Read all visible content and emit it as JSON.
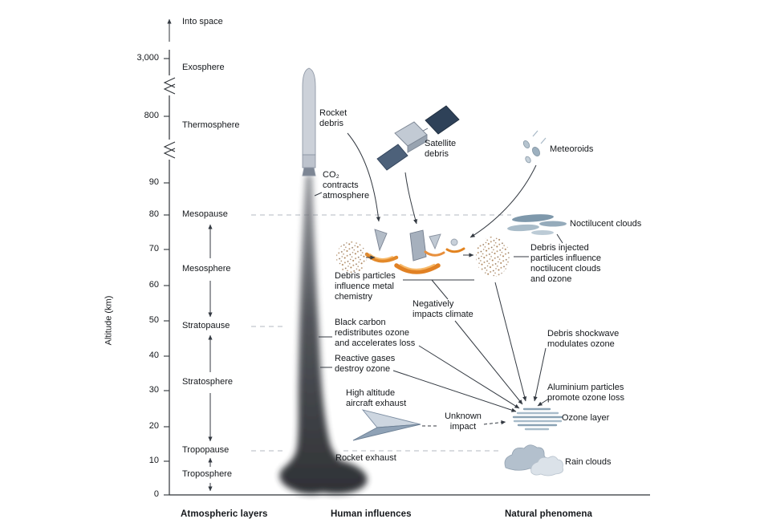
{
  "figure": {
    "axis": {
      "label": "Altitude (km)",
      "top_label": "Into space",
      "ticks": [
        "3,000",
        "800",
        "90",
        "80",
        "70",
        "60",
        "50",
        "40",
        "30",
        "20",
        "10",
        "0"
      ]
    },
    "layers": {
      "exosphere": "Exosphere",
      "thermosphere": "Thermosphere",
      "mesopause": "Mesopause",
      "mesosphere": "Mesosphere",
      "stratopause": "Stratopause",
      "stratosphere": "Stratosphere",
      "tropopause": "Tropopause",
      "troposphere": "Troposphere"
    },
    "human": {
      "rocket_debris": "Rocket\ndebris",
      "co2": "CO₂\ncontracts\natmosphere",
      "satellite_debris": "Satellite\ndebris",
      "debris_particles": "Debris particles\ninfluence metal\nchemistry",
      "negatively_impacts": "Negatively\nimpacts climate",
      "black_carbon": "Black carbon\nredistributes ozone\nand accelerates loss",
      "reactive_gases": "Reactive gases\ndestroy ozone",
      "aircraft_exhaust": "High altitude\naircraft exhaust",
      "unknown_impact": "Unknown\nimpact",
      "rocket_exhaust": "Rocket exhaust"
    },
    "natural": {
      "meteoroids": "Meteoroids",
      "noctilucent_clouds": "Noctilucent clouds",
      "debris_injected": "Debris injected\nparticles influence\nnoctilucent clouds\nand ozone",
      "debris_shockwave": "Debris shockwave\nmodulates ozone",
      "aluminium_particles": "Aluminium particles\npromote ozone loss",
      "ozone_layer": "Ozone layer",
      "rain_clouds": "Rain clouds"
    },
    "footer": {
      "atmospheric_layers": "Atmospheric layers",
      "human_influences": "Human influences",
      "natural_phenomena": "Natural phenomena"
    },
    "colors": {
      "text": "#15181c",
      "line": "#343a42",
      "pause_dash": "#b3bac2",
      "flame_orange": "#e2831f",
      "plume_dark": "#2b2d31",
      "satellite_panel_navy": "#2e4158",
      "cloud_blue_gray": "#8fa5b5"
    },
    "graphics": [
      "rocket-icon",
      "rocket-plume",
      "satellite-icon",
      "falling-debris-icon",
      "debris-particle-cloud-left",
      "debris-particle-cloud-right",
      "meteoroids-icon",
      "noctilucent-clouds-icon",
      "ozone-layer-icon",
      "rain-clouds-icon",
      "aircraft-icon"
    ]
  }
}
